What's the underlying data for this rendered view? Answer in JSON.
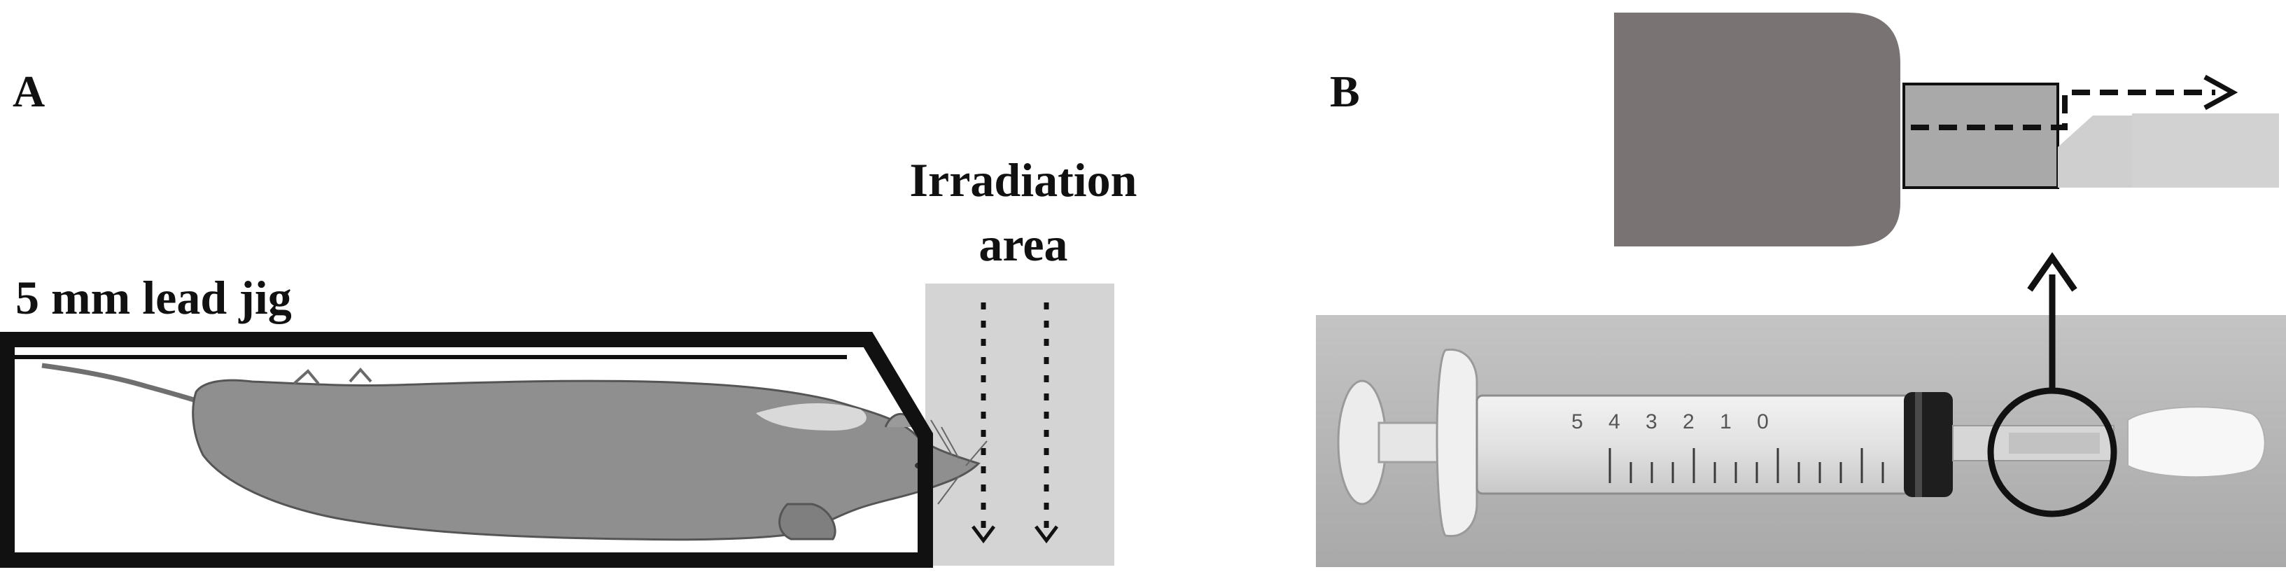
{
  "panel_a": {
    "letter": "A",
    "jig_label": "5 mm lead jig",
    "area_label_line1": "Irradiation",
    "area_label_line2": "area"
  },
  "panel_b": {
    "letter": "B",
    "barrel_numbers": "5  4  3  2  1  0"
  },
  "colors": {
    "ink": "#111111",
    "mouse": "#8f8f8f",
    "mouse_outline": "#555555",
    "irradiation_area": "#d4d4d4",
    "block": "#7a7373",
    "sleeve": "#a9a9a9",
    "cap": "#cfcfcf",
    "photo_bg": "#b9b9b9"
  }
}
